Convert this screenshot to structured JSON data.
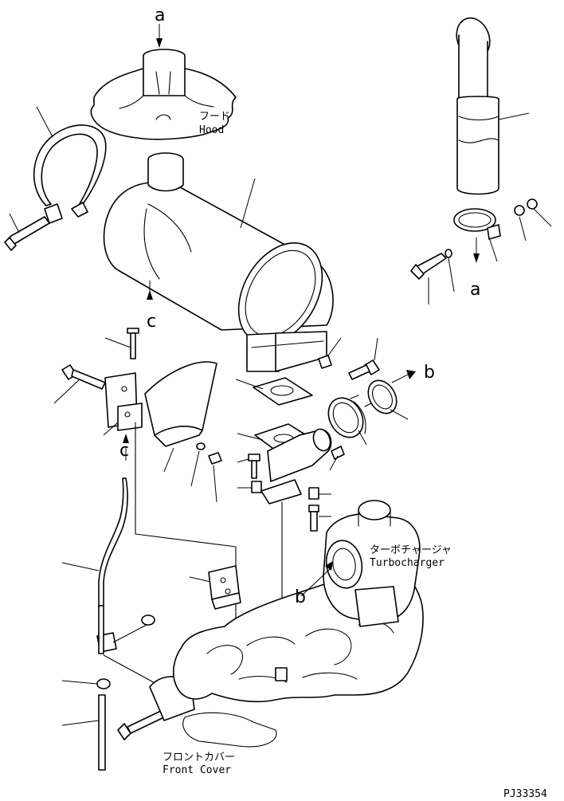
{
  "labels": {
    "hood_jp": "フード",
    "hood_en": "Hood",
    "turbo_jp": "ターボチャージャ",
    "turbo_en": "Turbocharger",
    "front_cover_jp": "フロントカバー",
    "front_cover_en": "Front Cover"
  },
  "ref_letters": {
    "a_top": "a",
    "a_pipe": "a",
    "b_right": "b",
    "b_turbo": "b",
    "c_muffler": "c",
    "c_bracket": "c"
  },
  "figure_id": "PJ33354",
  "colors": {
    "line": "#000000",
    "background": "#ffffff"
  }
}
